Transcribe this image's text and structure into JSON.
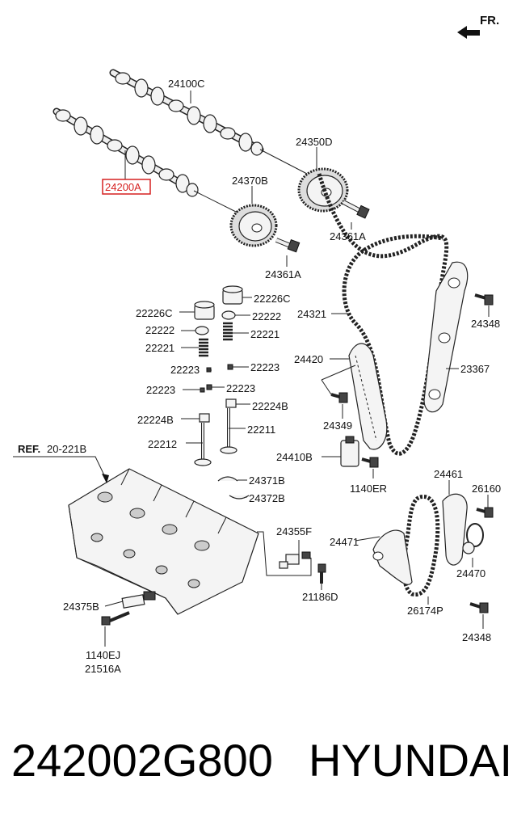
{
  "direction": "FR.",
  "reference": {
    "prefix": "REF.",
    "code": "20-221B"
  },
  "highlight_color": "#d62020",
  "labels": {
    "l24100C": "24100C",
    "l24200A": "24200A",
    "l24350D": "24350D",
    "l24370B": "24370B",
    "l24361A_1": "24361A",
    "l24361A_2": "24361A",
    "l22226C_1": "22226C",
    "l22226C_2": "22226C",
    "l22222_1": "22222",
    "l22222_2": "22222",
    "l22221_1": "22221",
    "l22221_2": "22221",
    "l22223_1": "22223",
    "l22223_2": "22223",
    "l22223_3": "22223",
    "l22224B_1": "22224B",
    "l22224B_2": "22224B",
    "l22211": "22211",
    "l22212": "22212",
    "l24321": "24321",
    "l24348_1": "24348",
    "l24348_2": "24348",
    "l24420": "24420",
    "l23367": "23367",
    "l24349": "24349",
    "l24410B": "24410B",
    "l1140ER": "1140ER",
    "l24371B": "24371B",
    "l24372B": "24372B",
    "l24461": "24461",
    "l26160": "26160",
    "l24471": "24471",
    "l24470": "24470",
    "l24355F": "24355F",
    "l21186D": "21186D",
    "l24375B": "24375B",
    "l1140EJ": "1140EJ",
    "l21516A": "21516A",
    "l26174P": "26174P"
  },
  "caption": {
    "part_number": "242002G800",
    "brand": "HYUNDAI"
  }
}
